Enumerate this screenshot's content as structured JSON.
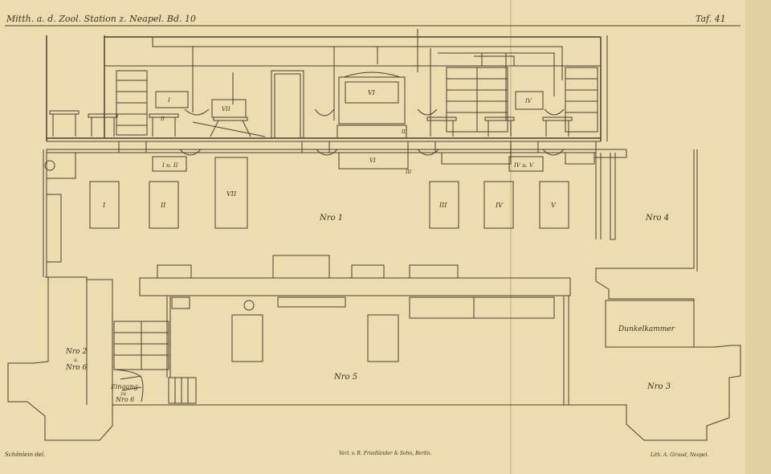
{
  "header": {
    "journal": "Mitth. a. d. Zool. Station z. Neapel. Bd. 10",
    "plate": "Taf. 41"
  },
  "section": {
    "sink_labels": [
      "I",
      "II",
      "VII",
      "VI",
      "III",
      "IV"
    ],
    "marker_III": "III"
  },
  "plan": {
    "tables_row1": [
      "I",
      "II",
      "VII",
      "III",
      "IV",
      "V"
    ],
    "box_IuII": "I u. II",
    "box_VI": "VI",
    "box_VI_mark": "III",
    "box_IVuV": "IV u. V",
    "room_1": "Nro 1",
    "room_2_6": [
      "Nro 2",
      "u.",
      "Nro 6"
    ],
    "room_3": "Nro 3",
    "room_4": "Nro 4",
    "room_5": "Nro 5",
    "darkroom": "Dunkelkammer",
    "entrance": [
      "Eingang",
      "zu",
      "Nro 6"
    ]
  },
  "footer": {
    "left": "Schönlein del.",
    "center": "Verl. v. R. Friedländer & Sohn, Berlin.",
    "right": "Lith. A. Giraud, Neapel."
  },
  "colors": {
    "paper": "#ecdcb0",
    "ink": "#4a4030"
  }
}
